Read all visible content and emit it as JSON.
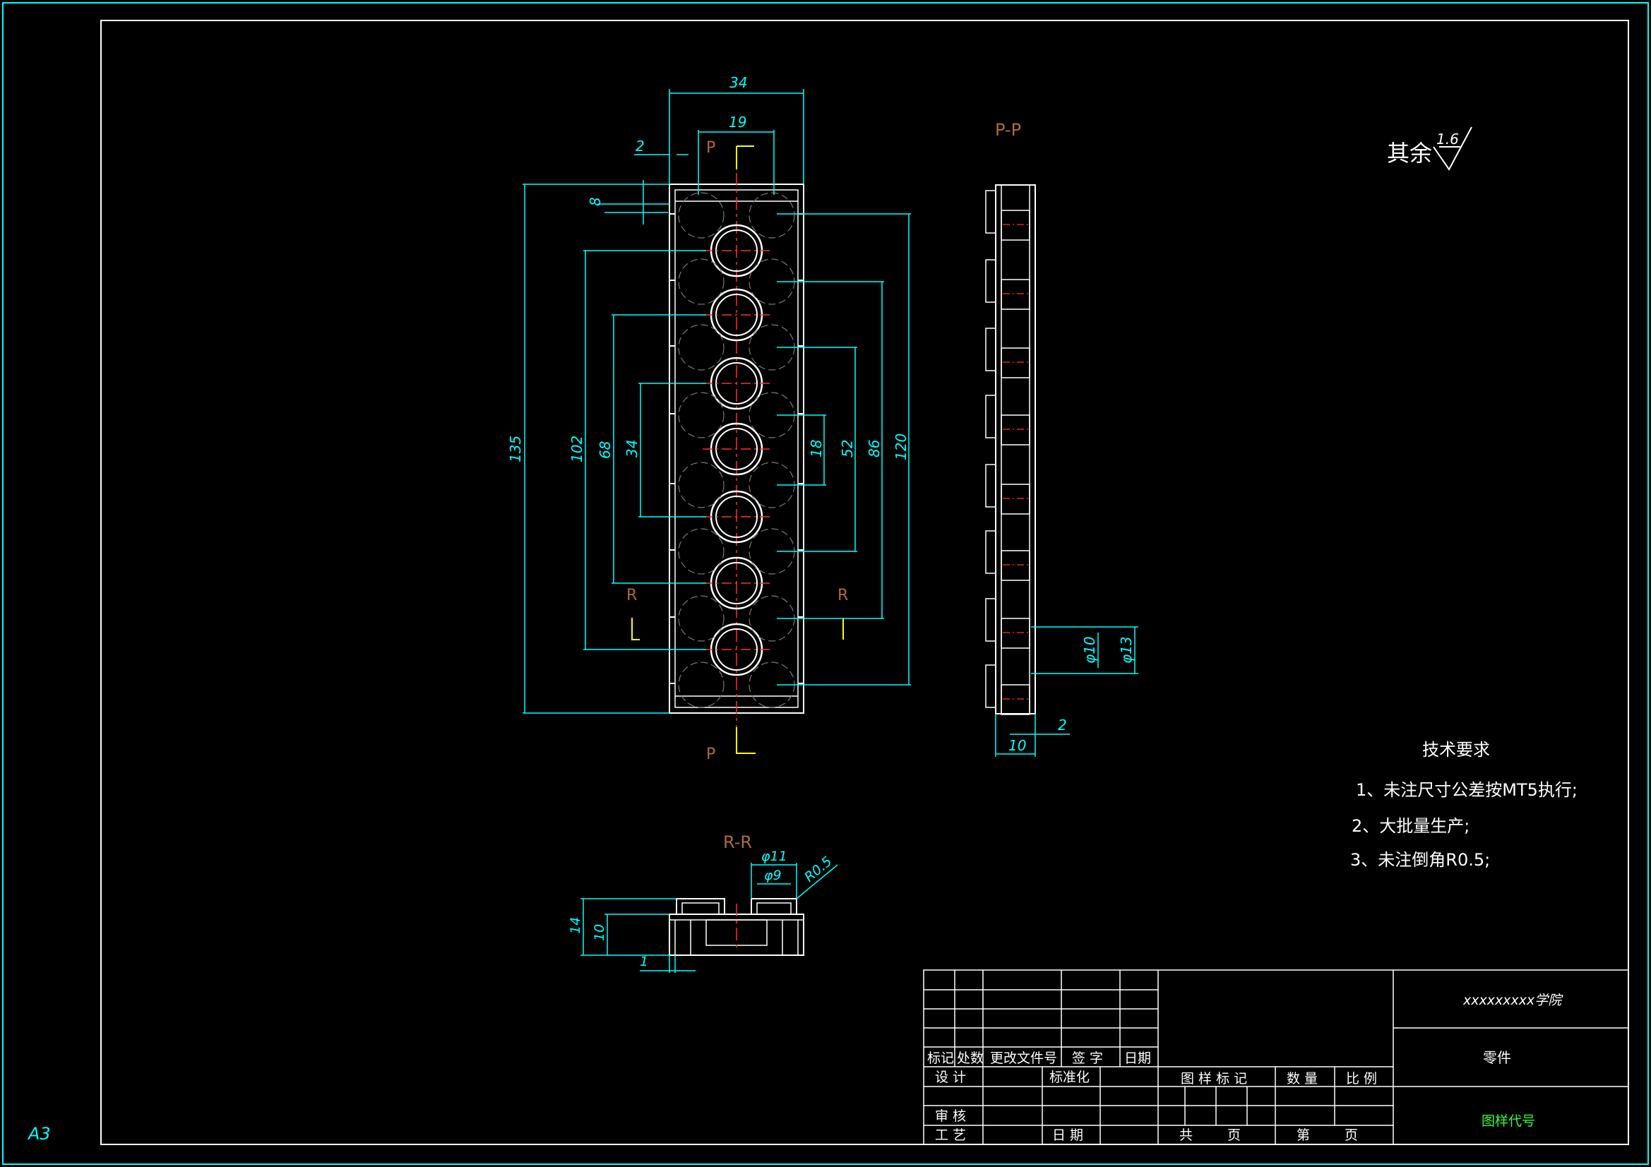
{
  "frame": {
    "sheet_size": "A3"
  },
  "main_view": {
    "dims": {
      "total_width": "34",
      "inner_width": "19",
      "edge_offset": "2",
      "top_offset": "8",
      "overall_height": "135",
      "d102": "102",
      "d68": "68",
      "d34": "34",
      "d18": "18",
      "d52": "52",
      "d86": "86",
      "d120": "120"
    },
    "section_marks": {
      "p_top": "P",
      "p_bottom": "P",
      "r_left": "R",
      "r_right": "R"
    }
  },
  "side_view": {
    "title": "P-P",
    "dims": {
      "dia10": "φ10",
      "dia13": "φ13",
      "d2": "2",
      "d10": "10"
    }
  },
  "section_view": {
    "title": "R-R",
    "dims": {
      "dia11": "φ11",
      "dia9": "φ9",
      "r05": "R0.5",
      "h14": "14",
      "h10": "10",
      "t1": "1"
    }
  },
  "roughness": {
    "label": "其余",
    "value": "1.6"
  },
  "tech_requirements": {
    "title": "技术要求",
    "items": [
      "1、未注尺寸公差按MT5执行;",
      "2、大批量生产;",
      "3、未注倒角R0.5;"
    ]
  },
  "title_block": {
    "school": "xxxxxxxxx学院",
    "part_name": "零件",
    "drawing_code": "图样代号",
    "rev_headers": [
      "标记",
      "处数",
      "更改文件号",
      "签 字",
      "日期"
    ],
    "design": "设 计",
    "standardize": "标准化",
    "review": "审 核",
    "process": "工 艺",
    "date": "日 期",
    "pattern_mark": "图 样 标 记",
    "quantity": "数 量",
    "scale": "比 例",
    "total": "共",
    "page": "页",
    "sheet": "第",
    "page2": "页"
  },
  "colors": {
    "lines": "#ffffff",
    "dimensions": "#00ffff",
    "centerlines": "#ff3030",
    "section_labels": "#b06a3a",
    "code_text": "#33ff33"
  }
}
